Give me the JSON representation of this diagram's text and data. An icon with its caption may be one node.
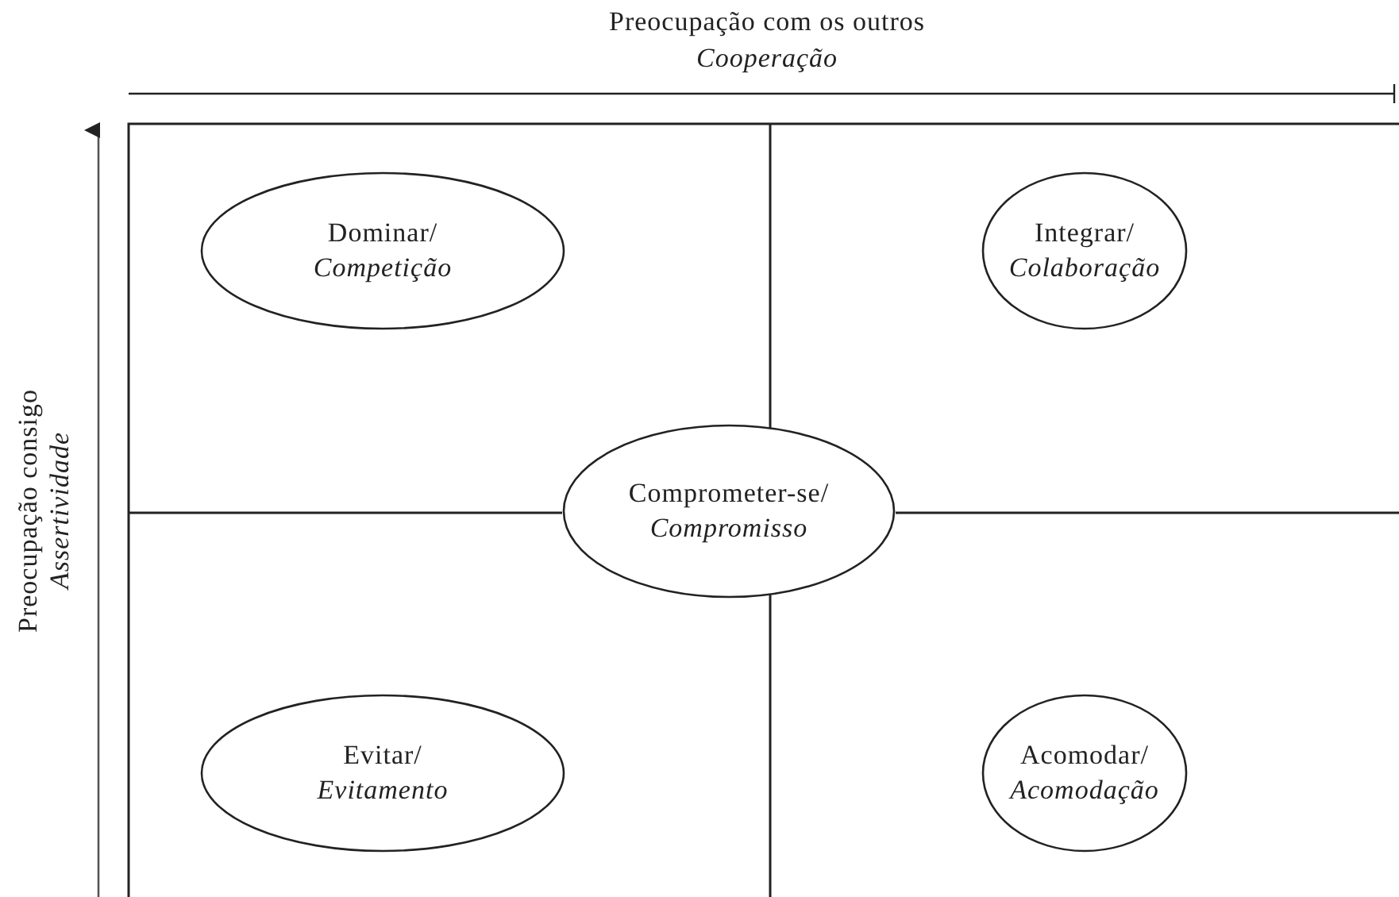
{
  "diagram": {
    "nodes": [
      {
        "text": [
          "Dominar/",
          "Competição"
        ]
      },
      {
        "text": [
          "Integrar/",
          "Colaboração"
        ]
      },
      {
        "text": [
          "Comprometer-se/",
          "Compromisso"
        ]
      },
      {
        "text": [
          "Evitar/",
          "Evitamento"
        ]
      },
      {
        "text": [
          "Acomodar/",
          "Acomodação"
        ]
      }
    ],
    "edges": [],
    "labels": [
      "Preocupação com os outros",
      "Cooperação",
      "Preocupação consigo",
      "Assertividade"
    ]
  }
}
